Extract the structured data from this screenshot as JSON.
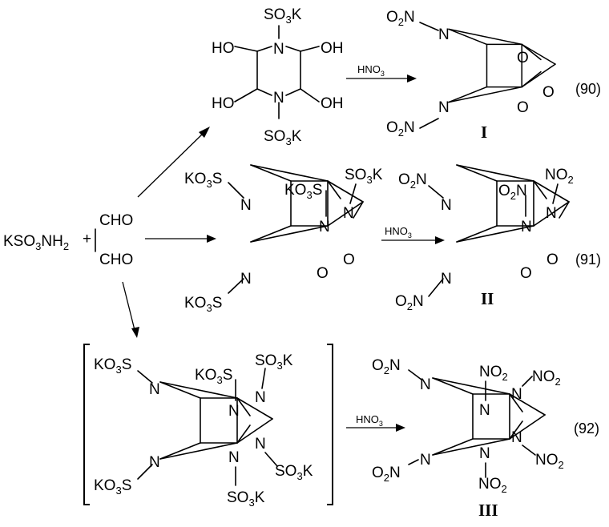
{
  "reagents": {
    "sulfamate": "KSO",
    "sulfamate_sub": "3",
    "sulfamate_nh": "NH",
    "sulfamate_nh_sub": "2",
    "plus": "+",
    "cho_top": "CHO",
    "cho_bottom": "CHO"
  },
  "labels": {
    "ho": "HO",
    "oh": "OH",
    "n": "N",
    "o": "O",
    "so3k_prefix": "SO",
    "so3k_suffix": "K",
    "kso3s_prefix": "KO",
    "kso3s_suffix": "S",
    "kso3s_sub": "3",
    "no2_prefix": "NO",
    "o2n_prefix": "O",
    "o2n_suffix": "N",
    "sub2": "2",
    "sub3": "3"
  },
  "arrow_reagent": {
    "text": "HNO",
    "sub": "3"
  },
  "equations": [
    "(90)",
    "(91)",
    "(92)"
  ],
  "roman": [
    "I",
    "II",
    "III"
  ]
}
